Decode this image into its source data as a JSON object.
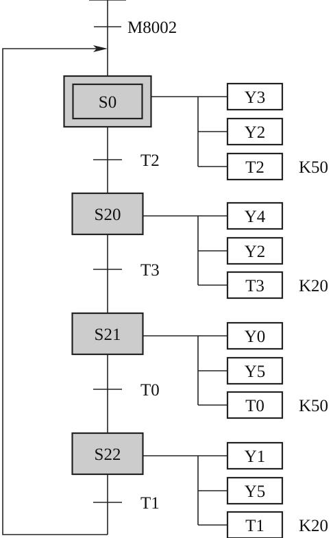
{
  "initial_transition": "M8002",
  "steps": [
    {
      "id": "S0",
      "initial": true,
      "fill": "#cccccc",
      "outputs": [
        {
          "label": "Y3",
          "param": ""
        },
        {
          "label": "Y2",
          "param": ""
        },
        {
          "label": "T2",
          "param": "K50"
        }
      ],
      "transition": "T2"
    },
    {
      "id": "S20",
      "initial": false,
      "fill": "#cccccc",
      "outputs": [
        {
          "label": "Y4",
          "param": ""
        },
        {
          "label": "Y2",
          "param": ""
        },
        {
          "label": "T3",
          "param": "K20"
        }
      ],
      "transition": "T3"
    },
    {
      "id": "S21",
      "initial": false,
      "fill": "#cccccc",
      "outputs": [
        {
          "label": "Y0",
          "param": ""
        },
        {
          "label": "Y5",
          "param": ""
        },
        {
          "label": "T0",
          "param": "K50"
        }
      ],
      "transition": "T0"
    },
    {
      "id": "S22",
      "initial": false,
      "fill": "#cccccc",
      "outputs": [
        {
          "label": "Y1",
          "param": ""
        },
        {
          "label": "Y5",
          "param": ""
        },
        {
          "label": "T1",
          "param": "K20"
        }
      ],
      "transition": "T1"
    }
  ]
}
